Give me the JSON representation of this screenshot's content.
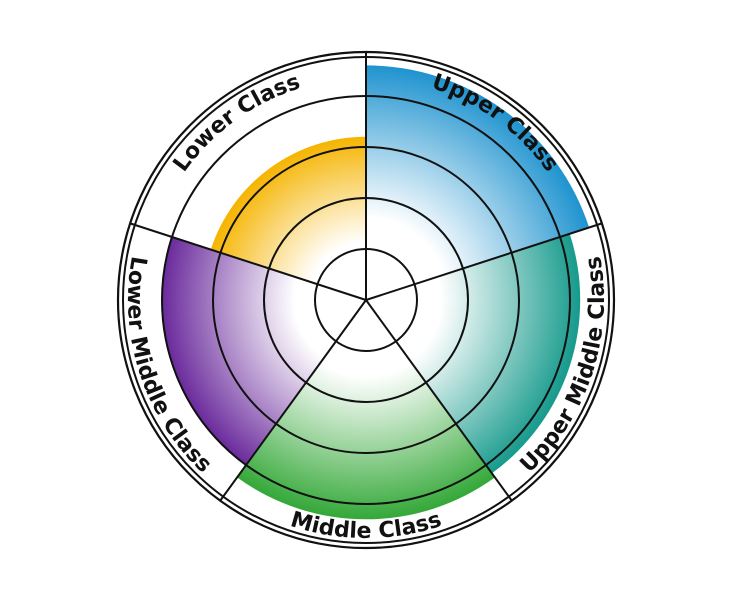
{
  "segments": [
    {
      "id": "upper-class",
      "label": "Upper Class",
      "color": "#1f93cf",
      "level": 4.6
    },
    {
      "id": "upper-middle-class",
      "label": "Upper Middle Class",
      "color": "#169a8c",
      "level": 4.2
    },
    {
      "id": "middle-class",
      "label": "Middle Class",
      "color": "#34a838",
      "level": 4.3
    },
    {
      "id": "lower-middle-class",
      "label": "Lower Middle Class",
      "color": "#6a2a9c",
      "level": 4.0
    },
    {
      "id": "lower-class",
      "label": "Lower Class",
      "color": "#f5b400",
      "level": 3.2
    }
  ],
  "ring_count": 5
}
